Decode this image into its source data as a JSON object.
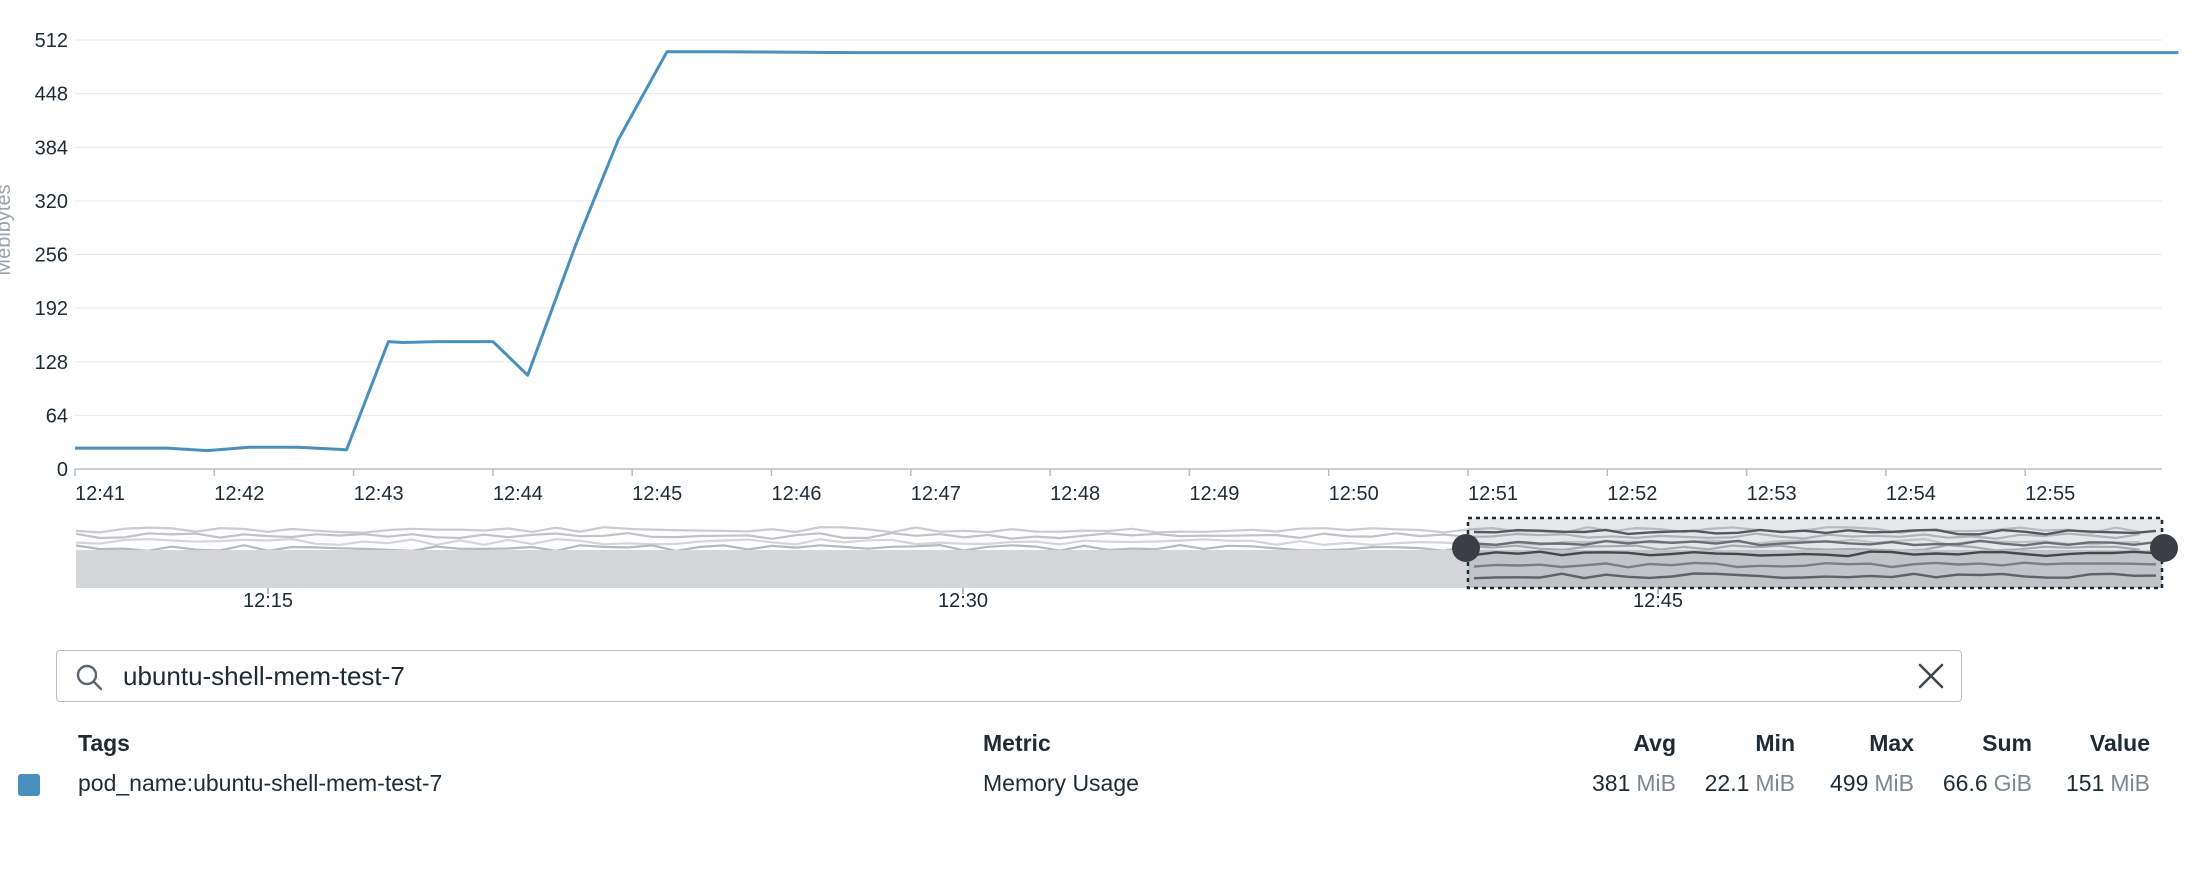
{
  "chart_data": {
    "type": "line",
    "ylabel": "Mebibytes",
    "ylim": [
      0,
      512
    ],
    "yticks": [
      "0",
      "64",
      "128",
      "192",
      "256",
      "320",
      "384",
      "448",
      "512"
    ],
    "xticks": [
      "12:41",
      "12:42",
      "12:43",
      "12:44",
      "12:45",
      "12:46",
      "12:47",
      "12:48",
      "12:49",
      "12:50",
      "12:51",
      "12:52",
      "12:53",
      "12:54",
      "12:55"
    ],
    "grid": true,
    "series": [
      {
        "name": "pod_name:ubuntu-shell-mem-test-7",
        "color": "#4a90bf",
        "x_minutes_from_1241": [
          0,
          0.33,
          0.66,
          0.95,
          1.25,
          1.6,
          1.95,
          2.25,
          2.35,
          2.6,
          3.0,
          3.25,
          3.6,
          3.9,
          4.25,
          4.55,
          4.6,
          5.6,
          15.1
        ],
        "values": [
          25,
          25,
          25,
          22,
          26,
          26,
          23,
          152,
          151,
          152,
          152,
          112,
          270,
          393,
          498,
          498,
          498,
          497,
          497
        ]
      }
    ]
  },
  "navigator": {
    "tick_labels": [
      "12:15",
      "12:30",
      "12:45"
    ]
  },
  "search": {
    "value": "ubuntu-shell-mem-test-7"
  },
  "legend": {
    "headers": {
      "tags": "Tags",
      "metric": "Metric",
      "avg": "Avg",
      "min": "Min",
      "max": "Max",
      "sum": "Sum",
      "value": "Value"
    },
    "row": {
      "swatch_color": "#4a90bf",
      "tag": "pod_name:ubuntu-shell-mem-test-7",
      "metric": "Memory Usage",
      "avg": "381",
      "avg_unit": "MiB",
      "min": "22.1",
      "min_unit": "MiB",
      "max": "499",
      "max_unit": "MiB",
      "sum": "66.6",
      "sum_unit": "GiB",
      "value": "151",
      "value_unit": "MiB"
    }
  }
}
